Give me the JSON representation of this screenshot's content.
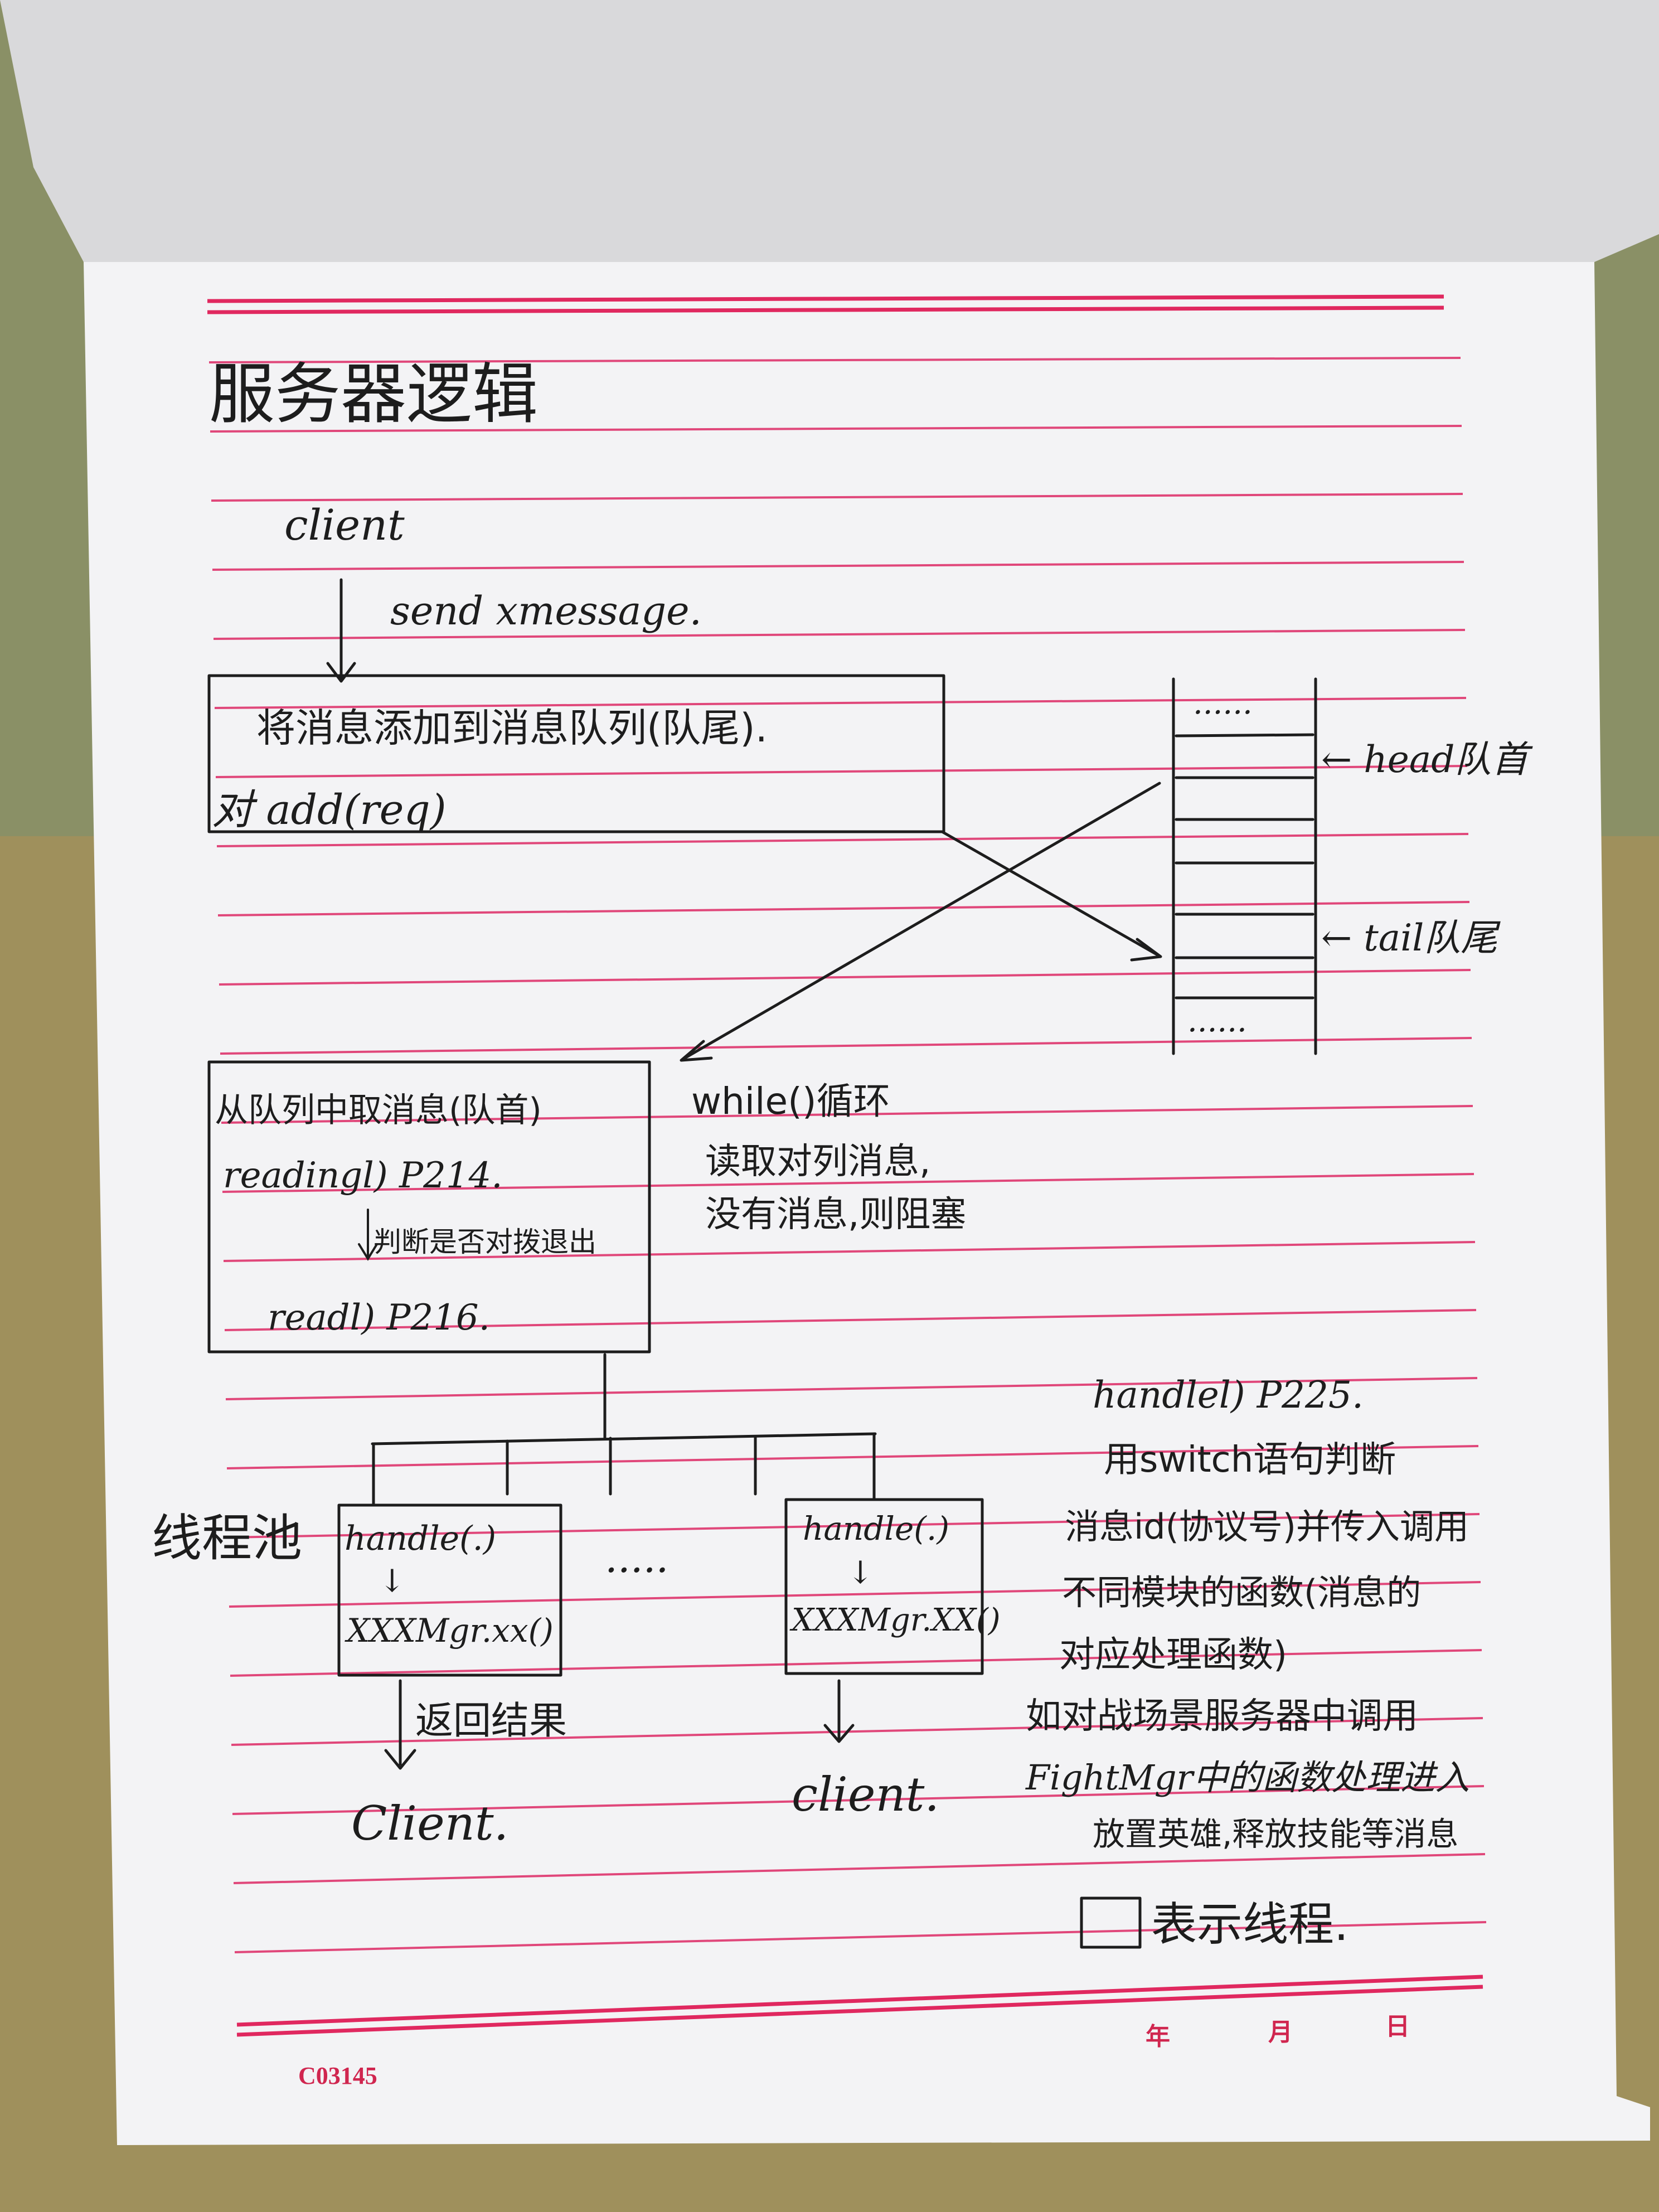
{
  "title": "服务器逻辑",
  "client_top": "client",
  "send_label": "send xmessage.",
  "add_box": {
    "line1": "将消息添加到消息队列(队尾).",
    "line2": "对 add(req)"
  },
  "queue": {
    "top_dots": "......",
    "bottom_dots": "......",
    "head_label": "← head队首",
    "tail_label": "← tail队尾"
  },
  "read_box": {
    "line1": "从队列中取消息(队首)",
    "line2": "readingl) P214.",
    "line3": "判断是否对拨退出",
    "line4": "readl) P216."
  },
  "while_note": {
    "line1": "while()循环",
    "line2": "读取对列消息,",
    "line3": "没有消息,则阻塞"
  },
  "pool_label": "线程池",
  "thread1": {
    "line1": "handle(.)",
    "arrow": "↓",
    "line2": "XXXMgr.xx()"
  },
  "thread2": {
    "line1": "handle(.)",
    "arrow": "↓",
    "line2": "XXXMgr.XX()"
  },
  "pool_dots": ".....",
  "return_label": "返回结果",
  "client_bottom1": "Client.",
  "client_bottom2": "client.",
  "handle_note": {
    "line1": "handlel) P225.",
    "line2": "用switch语句判断",
    "line3": "消息id(协议号)并传入调用",
    "line4": "不同模块的函数(消息的",
    "line5": "对应处理函数)",
    "line6": "如对战场景服务器中调用",
    "line7": "FightMgr中的函数处理进入",
    "line8": "放置英雄,释放技能等消息"
  },
  "legend_label": "表示线程.",
  "date_year": "年",
  "date_month": "月",
  "date_day": "日",
  "form_code": "C03145"
}
